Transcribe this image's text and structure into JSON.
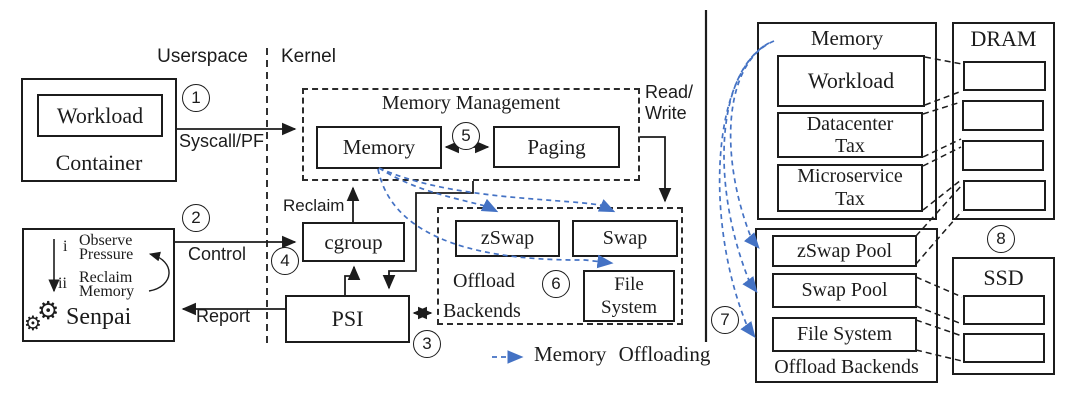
{
  "colors": {
    "ink": "#1c1c1c",
    "blue": "#4472c4"
  },
  "left": {
    "userspace_label": "Userspace",
    "kernel_label": "Kernel",
    "container": {
      "title": "Container",
      "workload": "Workload"
    },
    "senpai": {
      "title": "Senpai",
      "gear_icon": "⚙",
      "step_i": "i",
      "step_i_line1": "Observe",
      "step_i_line2": "Pressure",
      "step_ii": "ii",
      "step_ii_line1": "Reclaim",
      "step_ii_line2": "Memory"
    },
    "edge_labels": {
      "syscall": "Syscall/PF",
      "control": "Control",
      "report": "Report",
      "reclaim": "Reclaim",
      "read_write_line1": "Read/",
      "read_write_line2": "Write"
    },
    "memory_management": {
      "title": "Memory Management",
      "memory": "Memory",
      "paging": "Paging"
    },
    "cgroup": "cgroup",
    "psi": "PSI",
    "offload_backends": {
      "label_line1": "Offload",
      "label_line2": "Backends",
      "zswap": "zSwap",
      "swap": "Swap",
      "file_system_line1": "File",
      "file_system_line2": "System"
    }
  },
  "legend": {
    "memory_offloading": "Memory Offloading"
  },
  "right": {
    "memory": {
      "title": "Memory",
      "workload": "Workload",
      "datacenter_line1": "Datacenter",
      "datacenter_line2": "Tax",
      "microservice_line1": "Microservice",
      "microservice_line2": "Tax"
    },
    "dram": {
      "title": "DRAM"
    },
    "ssd": {
      "title": "SSD"
    },
    "offload_backends": {
      "title": "Offload Backends",
      "zswap_pool": "zSwap Pool",
      "swap_pool": "Swap Pool",
      "file_system": "File System"
    }
  },
  "steps": {
    "n1": "1",
    "n2": "2",
    "n3": "3",
    "n4": "4",
    "n5": "5",
    "n6": "6",
    "n7": "7",
    "n8": "8"
  }
}
